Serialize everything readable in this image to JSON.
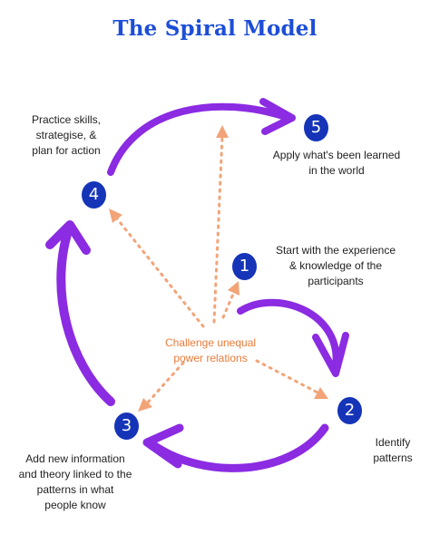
{
  "title": "The Spiral Model",
  "colors": {
    "title": "#1d4ed8",
    "spiral_arrow": "#8b2be2",
    "dotted_arrow": "#f2a478",
    "center_text": "#ec7a38",
    "badge_fill": "#1534b8",
    "caption_text": "#1f1f1f"
  },
  "center": {
    "label": "Challenge unequal\npower relations"
  },
  "steps": [
    {
      "number": "1",
      "text": "Start with the experience\n& knowledge of the\nparticipants"
    },
    {
      "number": "2",
      "text": "Identify\npatterns"
    },
    {
      "number": "3",
      "text": "Add new information\nand theory linked to the\npatterns in what\npeople know"
    },
    {
      "number": "4",
      "text": "Practice skills,\nstrategise, &\nplan for action"
    },
    {
      "number": "5",
      "text": "Apply what's been learned\nin the world"
    }
  ]
}
